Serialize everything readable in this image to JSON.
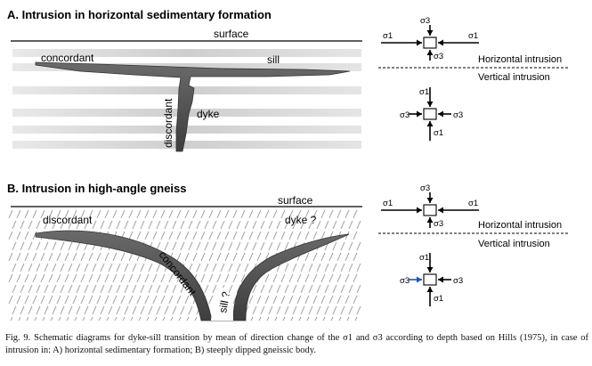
{
  "panel_a": {
    "title": "A. Intrusion in horizontal sedimentary formation",
    "surface_label": "surface",
    "concordant_label": "concordant",
    "sill_label": "sill",
    "discordant_label": "discordant",
    "dyke_label": "dyke"
  },
  "panel_b": {
    "title": "B. Intrusion in high-angle gneiss",
    "surface_label": "surface",
    "discordant_label": "discordant",
    "dyke_label": "dyke ?",
    "concordant_label": "concordant",
    "sill_label": "sill ?"
  },
  "stress": {
    "sigma1": "σ1",
    "sigma3": "σ3",
    "horizontal_label": "Horizontal intrusion",
    "vertical_label": "Vertical intrusion",
    "arrow_color": "#000000",
    "highlight_arrow_color": "#2255aa"
  },
  "caption": "Fig. 9. Schematic diagrams for dyke-sill transition by mean of direction change of the σ1 and σ3 according to depth based on Hills (1975), in case of intrusion in: A) horizontal sedimentary formation; B) steeply dipped gneissic body.",
  "colors": {
    "intrusion": "#555555",
    "strata": "#cfcfcf",
    "foliation": "#9a9a9a"
  }
}
